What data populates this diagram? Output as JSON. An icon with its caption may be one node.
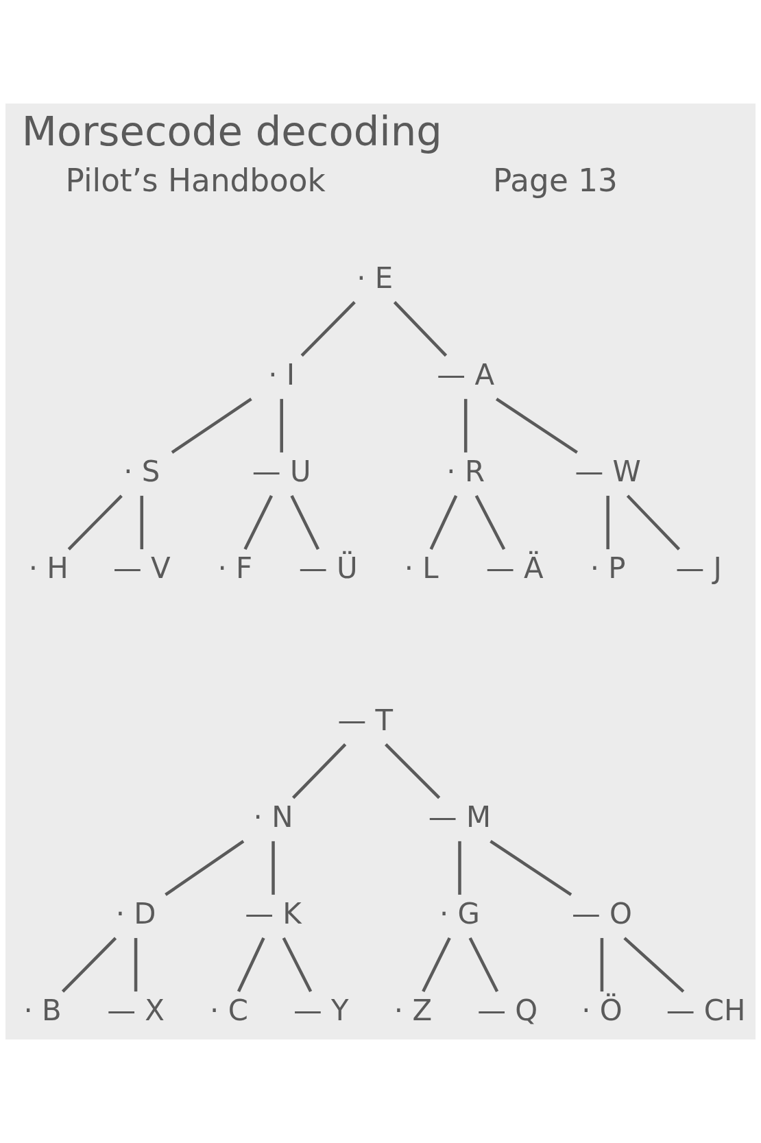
{
  "diagram": {
    "title": "Morsecode decoding",
    "nodes": [
      {
        "text": [
          "· E"
        ]
      },
      {
        "text": [
          "· I"
        ]
      },
      {
        "text": [
          "— A"
        ]
      },
      {
        "text": [
          "· S"
        ]
      },
      {
        "text": [
          "— U"
        ]
      },
      {
        "text": [
          "· R"
        ]
      },
      {
        "text": [
          "— W"
        ]
      },
      {
        "text": [
          "· H"
        ]
      },
      {
        "text": [
          "— V"
        ]
      },
      {
        "text": [
          "· F"
        ]
      },
      {
        "text": [
          "— Ü"
        ]
      },
      {
        "text": [
          "· L"
        ]
      },
      {
        "text": [
          "— Ä"
        ]
      },
      {
        "text": [
          "· P"
        ]
      },
      {
        "text": [
          "— J"
        ]
      },
      {
        "text": [
          "— T"
        ]
      },
      {
        "text": [
          "· N"
        ]
      },
      {
        "text": [
          "— M"
        ]
      },
      {
        "text": [
          "· D"
        ]
      },
      {
        "text": [
          "— K"
        ]
      },
      {
        "text": [
          "· G"
        ]
      },
      {
        "text": [
          "— O"
        ]
      },
      {
        "text": [
          "· B"
        ]
      },
      {
        "text": [
          "— X"
        ]
      },
      {
        "text": [
          "· C"
        ]
      },
      {
        "text": [
          "— Y"
        ]
      },
      {
        "text": [
          "· Z"
        ]
      },
      {
        "text": [
          "— Q"
        ]
      },
      {
        "text": [
          "· Ö"
        ]
      },
      {
        "text": [
          "— CH"
        ]
      }
    ],
    "edges": [
      {
        "from": 0,
        "to": 1,
        "arrow": "none"
      },
      {
        "from": 0,
        "to": 2,
        "arrow": "none"
      },
      {
        "from": 1,
        "to": 3,
        "arrow": "none"
      },
      {
        "from": 1,
        "to": 4,
        "arrow": "none"
      },
      {
        "from": 2,
        "to": 5,
        "arrow": "none"
      },
      {
        "from": 2,
        "to": 6,
        "arrow": "none"
      },
      {
        "from": 3,
        "to": 7,
        "arrow": "none"
      },
      {
        "from": 3,
        "to": 8,
        "arrow": "none"
      },
      {
        "from": 4,
        "to": 9,
        "arrow": "none"
      },
      {
        "from": 4,
        "to": 10,
        "arrow": "none"
      },
      {
        "from": 5,
        "to": 11,
        "arrow": "none"
      },
      {
        "from": 5,
        "to": 12,
        "arrow": "none"
      },
      {
        "from": 6,
        "to": 13,
        "arrow": "none"
      },
      {
        "from": 6,
        "to": 14,
        "arrow": "none"
      },
      {
        "from": 15,
        "to": 16,
        "arrow": "none"
      },
      {
        "from": 15,
        "to": 17,
        "arrow": "none"
      },
      {
        "from": 16,
        "to": 18,
        "arrow": "none"
      },
      {
        "from": 16,
        "to": 19,
        "arrow": "none"
      },
      {
        "from": 17,
        "to": 20,
        "arrow": "none"
      },
      {
        "from": 17,
        "to": 21,
        "arrow": "none"
      },
      {
        "from": 18,
        "to": 22,
        "arrow": "none"
      },
      {
        "from": 18,
        "to": 23,
        "arrow": "none"
      },
      {
        "from": 19,
        "to": 24,
        "arrow": "none"
      },
      {
        "from": 19,
        "to": 25,
        "arrow": "none"
      },
      {
        "from": 20,
        "to": 26,
        "arrow": "none"
      },
      {
        "from": 20,
        "to": 27,
        "arrow": "none"
      },
      {
        "from": 21,
        "to": 28,
        "arrow": "none"
      },
      {
        "from": 21,
        "to": 29,
        "arrow": "none"
      }
    ],
    "labels": [
      "Pilot’s Handbook",
      "Page 13"
    ]
  }
}
